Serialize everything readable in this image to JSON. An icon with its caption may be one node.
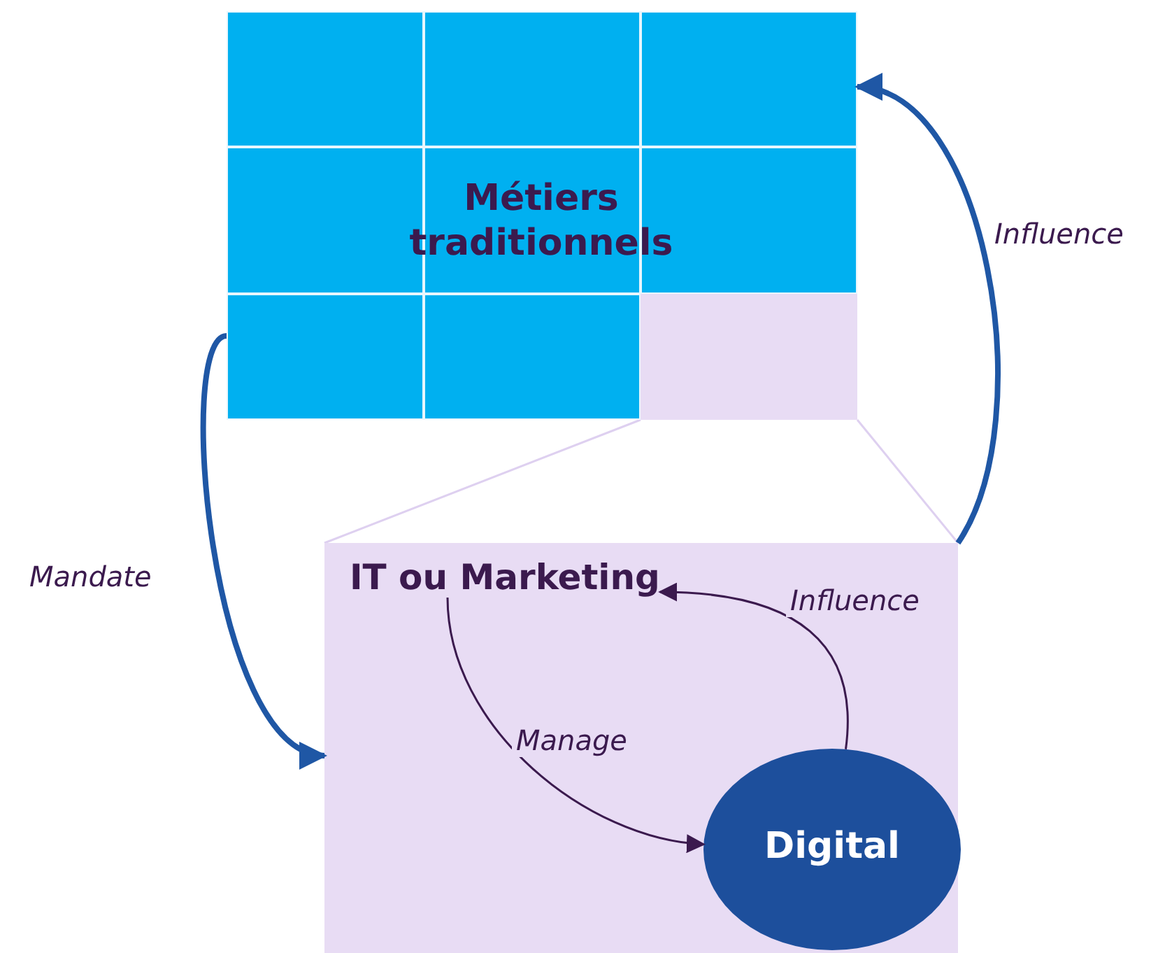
{
  "diagram": {
    "nodes": [
      {
        "text": [
          "Métiers traditionnels"
        ]
      },
      {
        "text": [],
        "shape": "box"
      },
      {
        "text": [
          "IT ou Marketing"
        ],
        "in": 1
      },
      {
        "text": [
          "Digital"
        ],
        "in": 1
      }
    ],
    "edges": [
      {
        "from": 0,
        "to": 1,
        "arrow": "to",
        "label": "Mandate",
        "style": "thick",
        "color": "#1f57a5"
      },
      {
        "from": 1,
        "to": 0,
        "arrow": "to",
        "label": "Influence",
        "style": "thick",
        "color": "#1f57a5"
      },
      {
        "from": 2,
        "to": 3,
        "arrow": "to",
        "label": "Manage",
        "color": "#3b1a4e"
      },
      {
        "from": 3,
        "to": 2,
        "arrow": "to",
        "label": "Influence",
        "color": "#3b1a4e"
      }
    ]
  }
}
